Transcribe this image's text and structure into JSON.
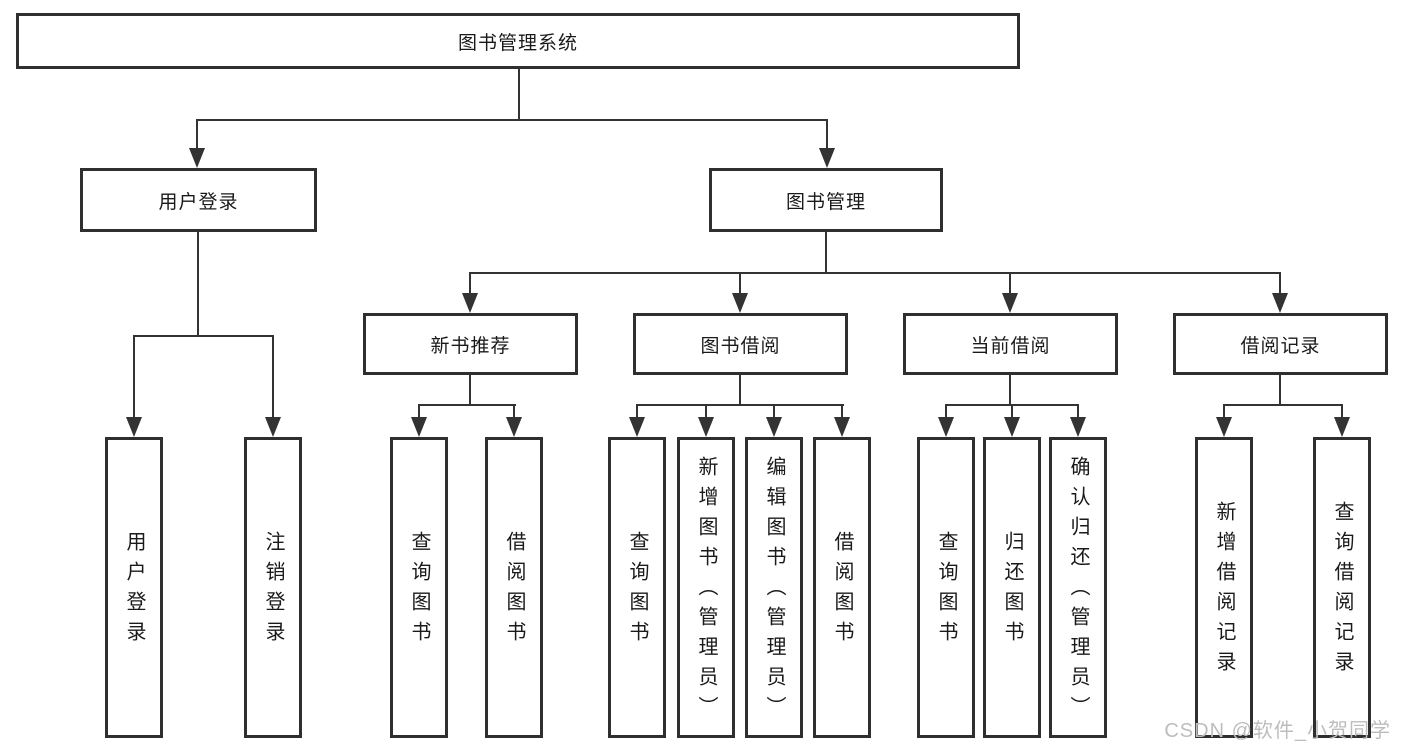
{
  "diagram": {
    "root": {
      "label": "图书管理系统"
    },
    "branches": {
      "user_login": {
        "label": "用户登录",
        "children": {
          "login": {
            "label": "用户登录"
          },
          "logout": {
            "label": "注销登录"
          }
        }
      },
      "book_mgmt": {
        "label": "图书管理",
        "children": {
          "new_book": {
            "label": "新书推荐",
            "children": {
              "query": {
                "label": "查询图书"
              },
              "borrow": {
                "label": "借阅图书"
              }
            }
          },
          "book_borrow": {
            "label": "图书借阅",
            "children": {
              "query": {
                "label": "查询图书"
              },
              "add": {
                "label": "新增图书（管理员）"
              },
              "edit": {
                "label": "编辑图书（管理员）"
              },
              "borrow": {
                "label": "借阅图书"
              }
            }
          },
          "current_borrow": {
            "label": "当前借阅",
            "children": {
              "query": {
                "label": "查询图书"
              },
              "return": {
                "label": "归还图书"
              },
              "confirm": {
                "label": "确认归还（管理员）"
              }
            }
          },
          "borrow_records": {
            "label": "借阅记录",
            "children": {
              "add": {
                "label": "新增借阅记录"
              },
              "query": {
                "label": "查询借阅记录"
              }
            }
          }
        }
      }
    }
  },
  "watermark": {
    "text": "CSDN @软件_小贺同学",
    "color": "#bdbdbd"
  },
  "colors": {
    "line": "#333333",
    "border": "#2f2f2f",
    "text": "#1a1a1a",
    "background": "#ffffff"
  }
}
